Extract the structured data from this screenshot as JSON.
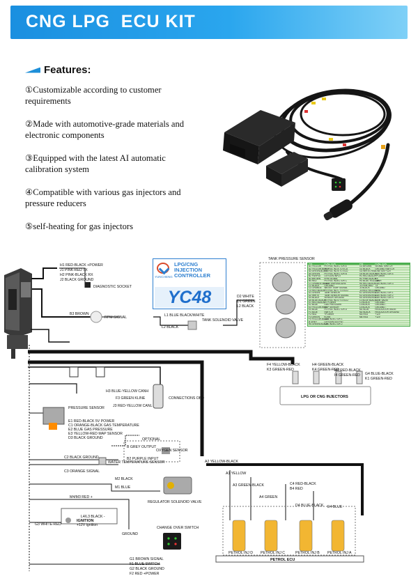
{
  "banner": {
    "title": "CNG LPG  ECU KIT"
  },
  "features": {
    "heading": "Features:",
    "items": [
      {
        "text": "①Customizable according to customer requirements"
      },
      {
        "text": "②Made with automotive-grade materials and electronic components"
      },
      {
        "text": "③Equipped with the latest AI automatic calibration system"
      },
      {
        "text": "④Compatible with various gas injectors and pressure reducers"
      },
      {
        "text": "⑤self-heating for gas injectors"
      }
    ]
  },
  "controller_card": {
    "brand": "YUNCHENG",
    "line1": "LPG/CNG",
    "line2": "INJECTION",
    "line3": "CONTROLLER",
    "model": "YC48"
  },
  "diagram": {
    "power_labels": [
      "H1 RED-BLACK +POWER",
      "J1 PINK-RED TX",
      "H2 PINK-BLACK RX",
      "J2 BLACK GROUND"
    ],
    "diagnostic_socket": "DIAGNOSTIC SOCKET",
    "rpm": {
      "wire": "B3 BROWN",
      "label": "RPM SIGNAL"
    },
    "tank_valve": {
      "wire1": "L1 BLUE BLACK/WHITE",
      "wire2": "L2 BLACK",
      "label": "TANK SOLENOID VALVE"
    },
    "tank_sensor": {
      "title": "TANK PRESSURE SENSOR",
      "wires": [
        "D2 WHITE",
        "D1 GREEN",
        "L2 BLACK"
      ]
    },
    "gas_injectors": {
      "label": "LPG OR CNG INJECTORS",
      "wires": [
        "F4 YELLOW-BLACK",
        "K3 GREEN-RED",
        "H4 GREEN-BLACK",
        "K4 GREEN-RED",
        "I4 GREEN-RED",
        "H4 RED-BLACK",
        "G4 BLUE-BLACK",
        "K1 GREEN-RED"
      ]
    },
    "obd": {
      "wires": [
        "H3 BLUE-YELLOW CANH",
        "F3 GREEN KLINE",
        "J3 RED-YELLOW CANL"
      ],
      "label": "CONNECTIONS OBD"
    },
    "pressure_sensor": {
      "label": "PRESSURE SENSOR",
      "wires": [
        "E1 RED-BLACK 5V POWER",
        "C1 ORANGE-BLACK  GAS TEMPERATURE",
        "E2 BLUE  GAS PRESSURE",
        "E3 YELLOW-RED  MAP SENSOR",
        "D3 BLACK GROUND"
      ]
    },
    "oxygen": {
      "optional": "OPTIONAL",
      "wire1": "B GREY OUTPUT",
      "wire2": "B2 PURPLE INPUT",
      "label": "OXYGEN SENSOR"
    },
    "water_temp": {
      "wire1": "C2 BLACK GROUND",
      "wire2": "C3 ORANGE SIGNAL",
      "label": "WATER TEMPERATURE SENSOR"
    },
    "regulator": {
      "wire1": "M2 BLACK",
      "wire2": "M1 BLUE",
      "label": "REGULATOR SOLENOID VALVE"
    },
    "ignition": {
      "wire_a": "M4/M3 RED +",
      "wire_b": "L4/L3 BLACK -",
      "ground": "GROUND",
      "wire": "G3 WHITE-RED",
      "label": "IGNITION",
      "sub": "+12V ignition"
    },
    "change_switch": {
      "label": "CHANGE OVER SWITCH",
      "wires": [
        "G1 BROWN SIGNAL",
        "F1 BLUE SWITCH",
        "G2 BLACK GROUND",
        "F2 RED +POWER"
      ]
    },
    "petrol_wires": [
      "A2 YELLOW-BLACK",
      "A1 YELLOW",
      "A3 GREEN-BLACK",
      "A4 GREEN",
      "C4 RED-BLACK",
      "B4 RED",
      "D4 BLUE-BLACK",
      "E4 BLUE"
    ],
    "petrol_injectors": [
      "PETROL INJ D",
      "PETROL INJ C",
      "PETROL INJ B",
      "PETROL INJ A"
    ],
    "petrol_ecu": "PETROL ECU"
  },
  "pin_table": {
    "header": [
      "PIN",
      "FUNCTION",
      "PIN",
      "FUNCTION"
    ],
    "rows": [
      [
        "A1 YELLOW",
        "PETROL INJECTOR A",
        "G1 BROWN",
        "SIGNAL SWITCH"
      ],
      [
        "A2 YELLOW-BLACK",
        "PETROL INJ A TO ECU",
        "G2 BLACK",
        "GROUND SWITCH"
      ],
      [
        "A3 GREEN-BLACK",
        "PETROL INJ B TO ECU",
        "G3 WHITE-RED",
        "IGNITION +12V"
      ],
      [
        "A4 GREEN",
        "PETROL INJECTOR B",
        "G4 BLUE-BLACK",
        "GAS INJECTOR 4"
      ],
      [
        "B2 PURPLE",
        "OXYGEN INPUT",
        "H1 RED-BLACK",
        "+POWER"
      ],
      [
        "B3 BROWN",
        "RPM SIGNAL",
        "H2 PINK-BLACK",
        "RX"
      ],
      [
        "B4 RED",
        "PETROL INJECTOR C",
        "H3 BLUE-YELLOW",
        "CANH"
      ],
      [
        "C1 ORANGE-BLACK",
        "GAS TEMPERATURE",
        "H4 RED-BLACK",
        "GAS INJECTOR 3"
      ],
      [
        "C2 BLACK",
        "GROUND",
        "J1 PINK-RED",
        "TX"
      ],
      [
        "C3 ORANGE",
        "WATER TEMP SIGNAL",
        "J2 BLACK",
        "GROUND"
      ],
      [
        "C4 RED-BLACK",
        "PETROL INJ C TO ECU",
        "J3 RED-YELLOW",
        "CANL"
      ],
      [
        "D1 GREEN",
        "TANK SENSOR",
        "K1 GREEN-RED",
        "GAS INJECTOR 1"
      ],
      [
        "D2 WHITE",
        "TANK SENSOR SIGNAL",
        "K3 GREEN-RED",
        "GAS INJECTOR 2"
      ],
      [
        "D3 BLACK",
        "SENSOR GROUND",
        "K4 GREEN-RED",
        "GAS INJECTOR 3"
      ],
      [
        "D4 BLUE-BLACK",
        "PETROL INJ D TO ECU",
        "L1 BLUE BLACK",
        "TANK VALVE"
      ],
      [
        "E1 RED-BLACK",
        "5V POWER",
        "L2 BLACK",
        "GROUND"
      ],
      [
        "E2 BLUE",
        "GAS PRESSURE",
        "L3 BLACK",
        "GROUND -"
      ],
      [
        "E3 YELLOW-RED",
        "MAP SENSOR",
        "L4 BLACK",
        "GROUND -"
      ],
      [
        "E4 BLUE",
        "PETROL INJECTOR D",
        "M1 BLUE",
        "REGULATOR VALVE"
      ],
      [
        "F1 BLUE",
        "SWITCH",
        "M2 BLACK",
        "REGULATOR GROUND"
      ],
      [
        "F2 RED",
        "+POWER",
        "M3 RED",
        "+12V"
      ],
      [
        "F3 GREEN",
        "KLINE",
        "M4 RED",
        "+12V"
      ],
      [
        "F4 YELLOW-BLACK",
        "GAS INJECTOR 1",
        "",
        ""
      ],
      [
        "B GREY",
        "OXYGEN OUTPUT",
        "",
        ""
      ],
      [
        "H4 GREEN-BLACK",
        "GAS INJECTOR 2",
        "",
        ""
      ]
    ]
  },
  "colors": {
    "banner": "#1a8fe0",
    "accent": "#2d7fd0",
    "table_bg": "#d9efcf",
    "table_head": "#4caf50"
  }
}
